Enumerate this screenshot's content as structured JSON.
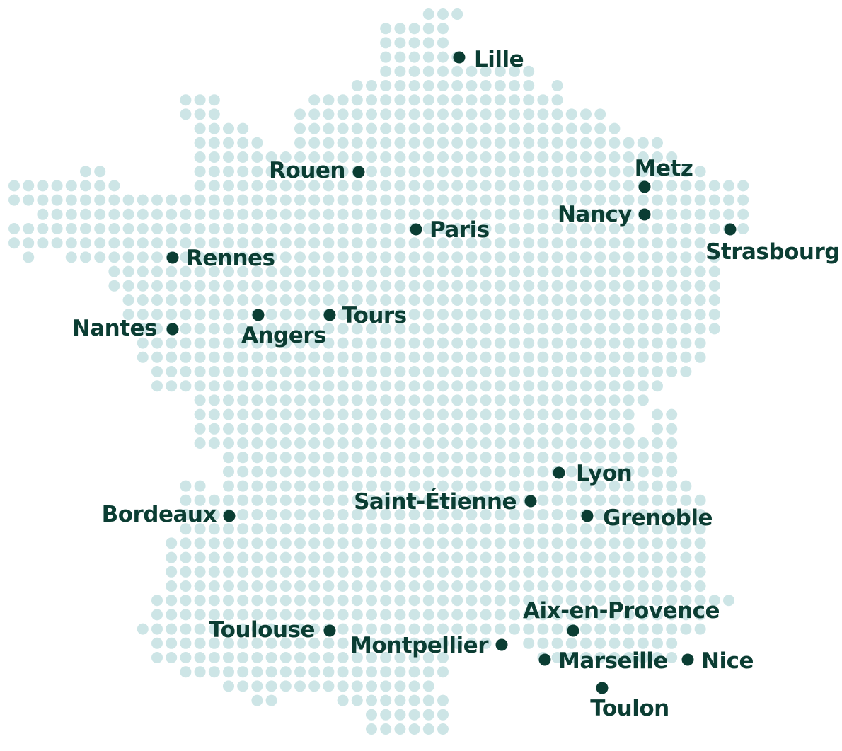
{
  "colors": {
    "dot": "#cde5e6",
    "marker": "#0b3d33",
    "label": "#0b3d33",
    "background": "#ffffff"
  },
  "cities": [
    {
      "id": "lille",
      "name": "Lille"
    },
    {
      "id": "rouen",
      "name": "Rouen"
    },
    {
      "id": "metz",
      "name": "Metz"
    },
    {
      "id": "nancy",
      "name": "Nancy"
    },
    {
      "id": "paris",
      "name": "Paris"
    },
    {
      "id": "strasbourg",
      "name": "Strasbourg"
    },
    {
      "id": "rennes",
      "name": "Rennes"
    },
    {
      "id": "angers",
      "name": "Angers"
    },
    {
      "id": "tours",
      "name": "Tours"
    },
    {
      "id": "nantes",
      "name": "Nantes"
    },
    {
      "id": "lyon",
      "name": "Lyon"
    },
    {
      "id": "saint-etienne",
      "name": "Saint-Étienne"
    },
    {
      "id": "grenoble",
      "name": "Grenoble"
    },
    {
      "id": "bordeaux",
      "name": "Bordeaux"
    },
    {
      "id": "aix-en-provence",
      "name": "Aix-en-Provence"
    },
    {
      "id": "toulouse",
      "name": "Toulouse"
    },
    {
      "id": "montpellier",
      "name": "Montpellier"
    },
    {
      "id": "marseille",
      "name": "Marseille"
    },
    {
      "id": "nice",
      "name": "Nice"
    },
    {
      "id": "toulon",
      "name": "Toulon"
    }
  ]
}
